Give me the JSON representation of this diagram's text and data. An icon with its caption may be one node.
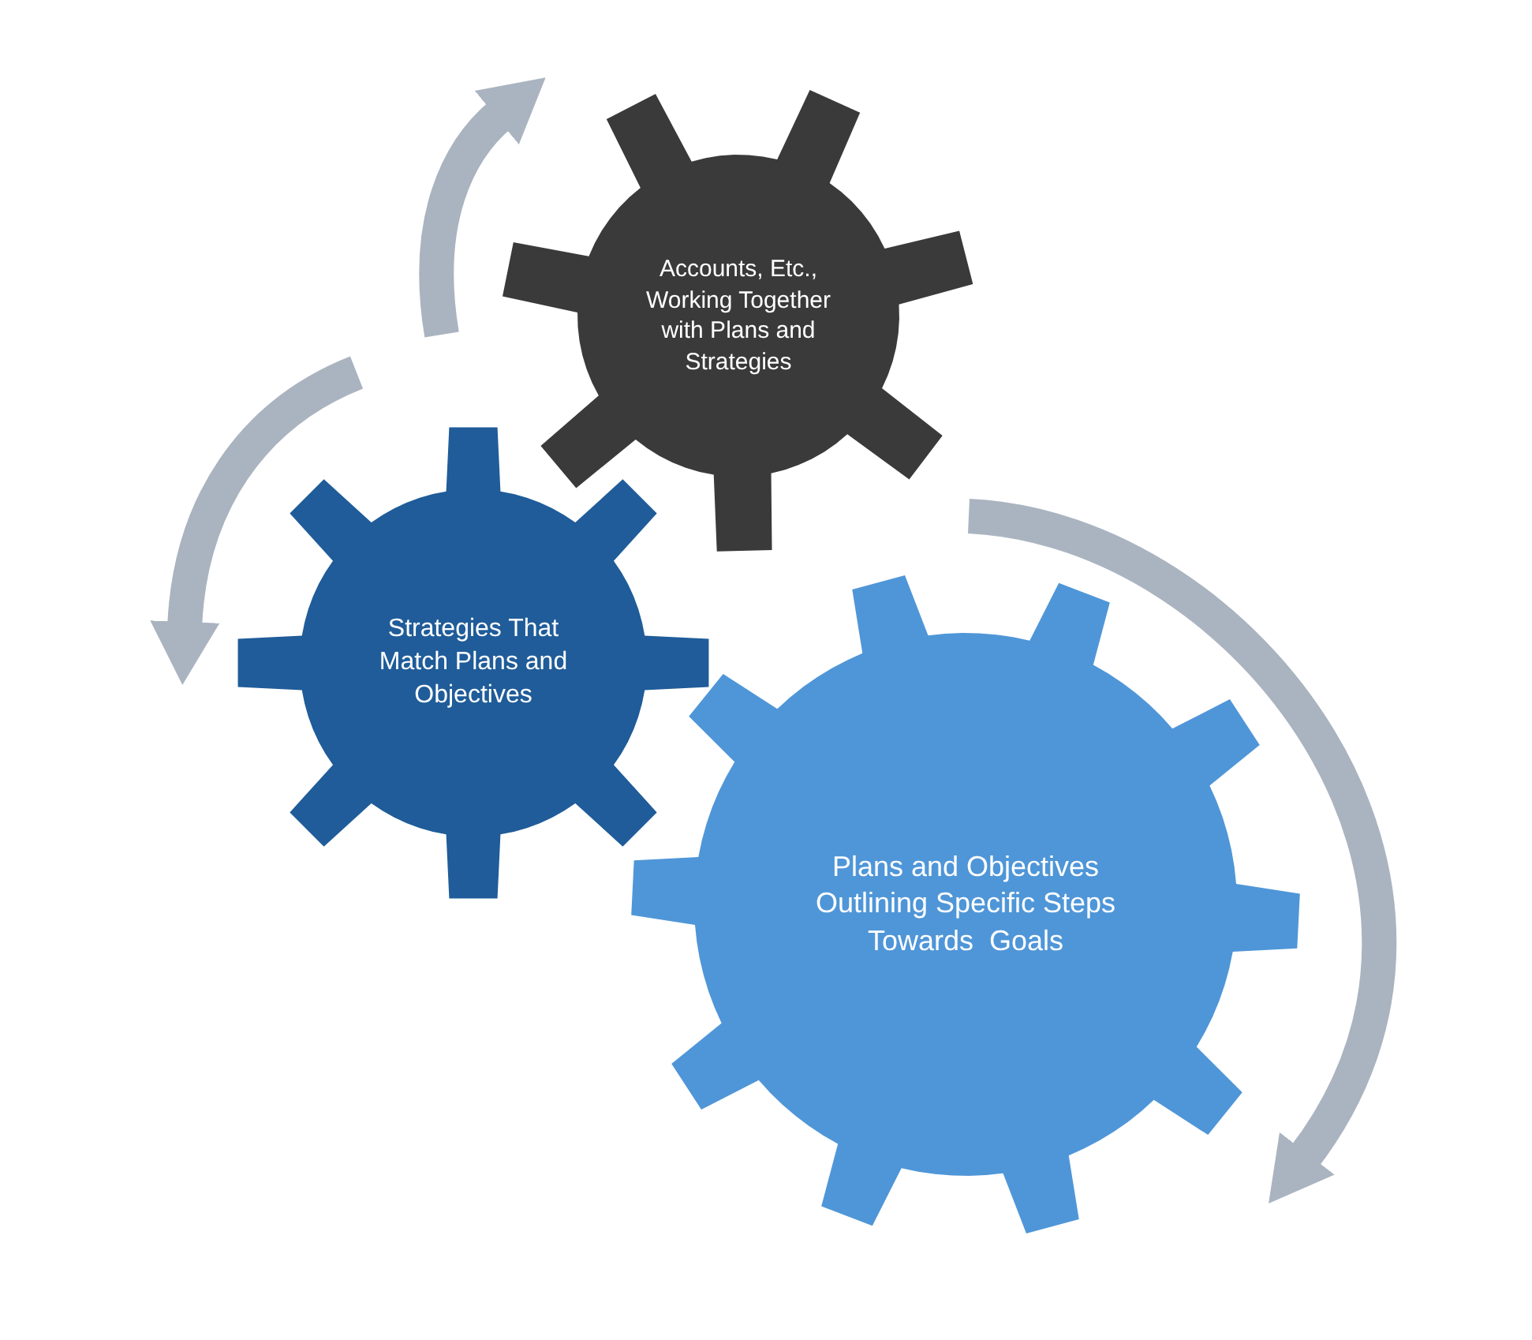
{
  "diagram": {
    "nodes": [
      {
        "text": [
          "Accounts, Etc., Working Together with Plans and Strategies"
        ]
      },
      {
        "text": [
          "Strategies That Match Plans and Objectives"
        ]
      },
      {
        "text": [
          "Plans and Objectives Outlining Specific Steps Towards  Goals"
        ]
      }
    ]
  }
}
